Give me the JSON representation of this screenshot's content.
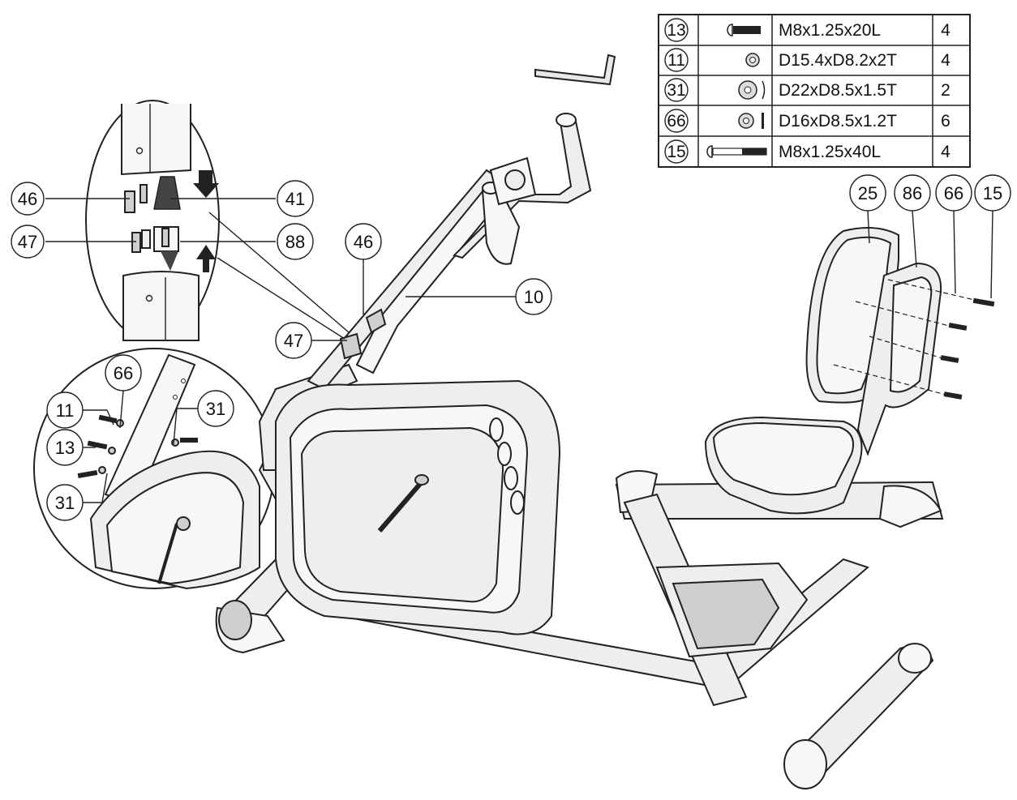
{
  "hardware_table": {
    "rows": [
      {
        "part_no": "13",
        "icon": "bolt-short-icon",
        "spec": "M8x1.25x20L",
        "qty": "4"
      },
      {
        "part_no": "11",
        "icon": "flat-washer-icon",
        "spec": "D15.4xD8.2x2T",
        "qty": "4"
      },
      {
        "part_no": "31",
        "icon": "curved-washer-icon",
        "spec": "D22xD8.5x1.5T",
        "qty": "2"
      },
      {
        "part_no": "66",
        "icon": "spring-washer-icon",
        "spec": "D16xD8.5x1.2T",
        "qty": "6"
      },
      {
        "part_no": "15",
        "icon": "bolt-long-icon",
        "spec": "M8x1.25x40L",
        "qty": "4"
      }
    ]
  },
  "callouts": {
    "c46a": "46",
    "c41": "41",
    "c47a": "47",
    "c88": "88",
    "c46b": "46",
    "c10": "10",
    "c47b": "47",
    "c66a": "66",
    "c11": "11",
    "c31a": "31",
    "c13": "13",
    "c31b": "31",
    "c25": "25",
    "c86": "86",
    "c66b": "66",
    "c15": "15"
  },
  "tool": {
    "icon": "allen-key-icon"
  }
}
